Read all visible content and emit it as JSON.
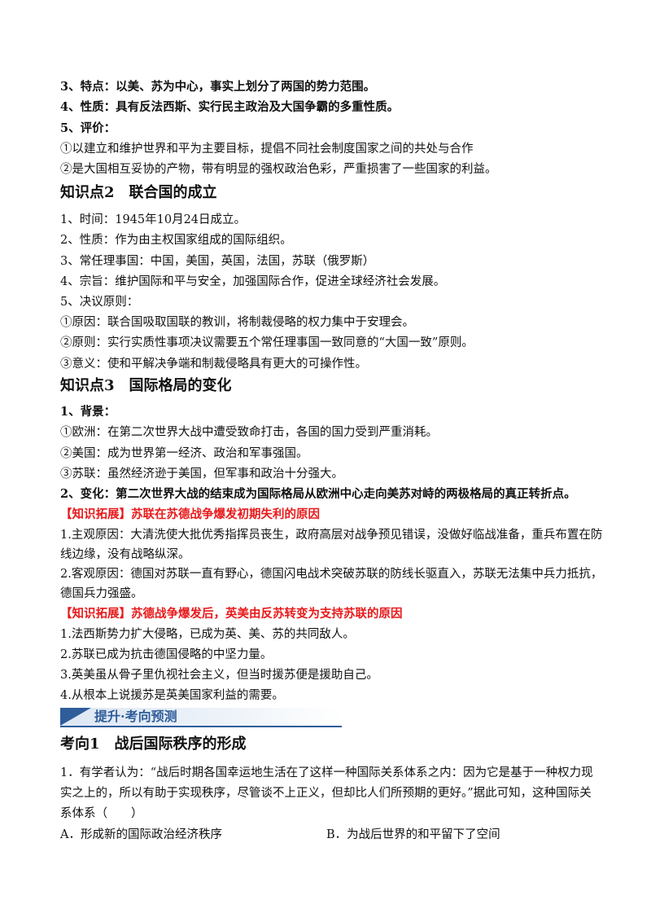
{
  "section1": {
    "item3": "3、特点：以美、苏为中心，事实上划分了两国的势力范围。",
    "item4": "4、性质：具有反法西斯、实行民主政治及大国争霸的多重性质。",
    "item5": "5、评价：",
    "eval1": "①以建立和维护世界和平为主要目标，提倡不同社会制度国家之间的共处与合作",
    "eval2": "②是大国相互妥协的产物，带有明显的强权政治色彩，严重损害了一些国家的利益。"
  },
  "section2": {
    "heading": "知识点2　联合国的成立",
    "items": [
      "1、时间：1945年10月24日成立。",
      "2、性质：作为由主权国家组成的国际组织。",
      "3、常任理事国：中国，美国，英国，法国，苏联（俄罗斯）",
      "4、宗旨：维护国际和平与安全，加强国际合作，促进全球经济社会发展。",
      "5、决议原则：",
      "①原因：联合国吸取国联的教训，将制裁侵略的权力集中于安理会。",
      "②原则：实行实质性事项决议需要五个常任理事国一致同意的“大国一致”原则。",
      "③意义：使和平解决争端和制裁侵略具有更大的可操作性。"
    ]
  },
  "section3": {
    "heading": "知识点3　国际格局的变化",
    "bg_label": "1、背景：",
    "bg_items": [
      "①欧洲：在第二次世界大战中遭受致命打击，各国的国力受到严重消耗。",
      "②美国：成为世界第一经济、政治和军事强国。",
      "③苏联：虽然经济逊于美国，但军事和政治十分强大。"
    ],
    "change": "2、变化：第二次世界大战的结束成为国际格局从欧洲中心走向美苏对峙的两极格局的真正转折点。",
    "ext1_title": "【知识拓展】苏联在苏德战争爆发初期失利的原因",
    "ext1_lines": [
      "1.主观原因：大清洗使大批优秀指挥员丧生，政府高层对战争预见错误，没做好临战准备，重兵布置在防",
      "线边缘，没有战略纵深。",
      "2.客观原因：德国对苏联一直有野心，德国闪电战术突破苏联的防线长驱直入，苏联无法集中兵力抵抗，",
      "德国兵力强盛。"
    ],
    "ext2_title": "【知识拓展】苏德战争爆发后，英美由反苏转变为支持苏联的原因",
    "ext2_lines": [
      "1.法西斯势力扩大侵略，已成为英、美、苏的共同敌人。",
      "2.苏联已成为抗击德国侵略的中坚力量。",
      "3.英美虽从骨子里仇视社会主义，但当时援苏便是援助自己。",
      "4.从根本上说援苏是英美国家利益的需要。"
    ]
  },
  "banner": {
    "label": "提升·考向预测"
  },
  "section4": {
    "heading": "考向1　战后国际秩序的形成",
    "q1_lines": [
      "1．有学者认为：“战后时期各国幸运地生活在了这样一种国际关系体系之内：因为它是基于一种权力现",
      "实之上的，所以有助于实现秩序，尽管谈不上正义，但却比人们所预期的更好。”据此可知，这种国际关",
      "系体系（　　）"
    ],
    "optA": "A．形成新的国际政治经济秩序",
    "optB": "B．为战后世界的和平留下了空间"
  },
  "colors": {
    "accent_red": "#e8191a",
    "banner_blue": "#2f5d9a"
  }
}
